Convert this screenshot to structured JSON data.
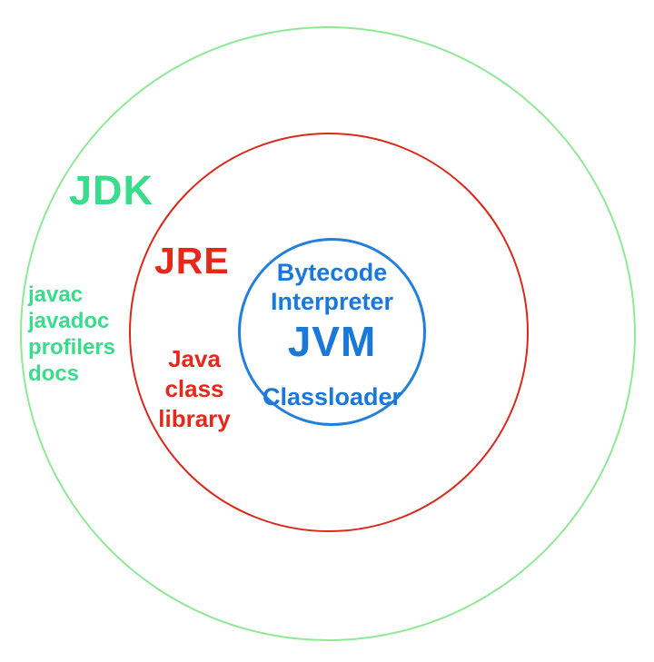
{
  "colors": {
    "green": "#3bdb8c",
    "green_ring": "#8ee996",
    "red": "#e6281c",
    "red_ring": "#d9291b",
    "blue": "#1a78d8",
    "blue_ring": "#2280dc",
    "background": "#ffffff"
  },
  "jdk": {
    "label": "JDK",
    "tools": [
      "javac",
      "javadoc",
      "profilers",
      "docs"
    ]
  },
  "jre": {
    "label": "JRE",
    "library_lines": [
      "Java",
      "class",
      "library"
    ]
  },
  "jvm": {
    "label": "JVM",
    "top_lines": [
      "Bytecode",
      "Interpreter"
    ],
    "bottom_label": "Classloader"
  }
}
